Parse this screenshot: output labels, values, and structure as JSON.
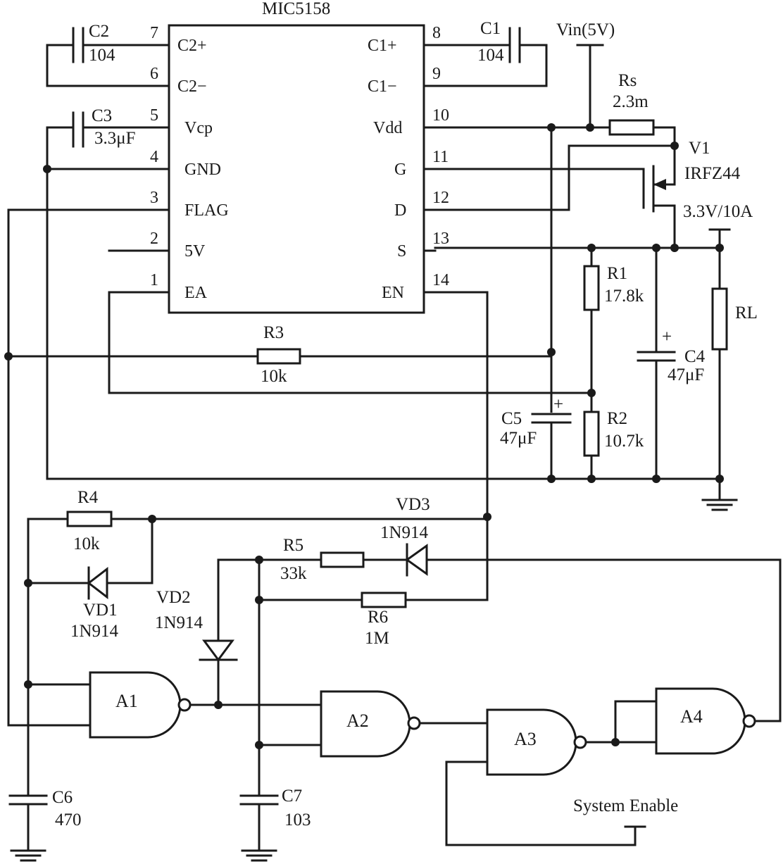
{
  "ic": {
    "name": "MIC5158",
    "left_pins": [
      {
        "num": "7",
        "label": "C2+"
      },
      {
        "num": "6",
        "label": "C2−"
      },
      {
        "num": "5",
        "label": "Vcp"
      },
      {
        "num": "4",
        "label": "GND"
      },
      {
        "num": "3",
        "label": "FLAG"
      },
      {
        "num": "2",
        "label": "5V"
      },
      {
        "num": "1",
        "label": "EA"
      }
    ],
    "right_pins": [
      {
        "num": "8",
        "label": "C1+"
      },
      {
        "num": "9",
        "label": "C1−"
      },
      {
        "num": "10",
        "label": "Vdd"
      },
      {
        "num": "11",
        "label": "G"
      },
      {
        "num": "12",
        "label": "D"
      },
      {
        "num": "13",
        "label": "S"
      },
      {
        "num": "14",
        "label": "EN"
      }
    ]
  },
  "components": {
    "c1": {
      "name": "C1",
      "value": "104"
    },
    "c2": {
      "name": "C2",
      "value": "104"
    },
    "c3": {
      "name": "C3",
      "value": "3.3μF"
    },
    "c4": {
      "name": "C4",
      "value": "47μF",
      "polarity": "+"
    },
    "c5": {
      "name": "C5",
      "value": "47μF",
      "polarity": "+"
    },
    "c6": {
      "name": "C6",
      "value": "470"
    },
    "c7": {
      "name": "C7",
      "value": "103"
    },
    "rs": {
      "name": "Rs",
      "value": "2.3m"
    },
    "r1": {
      "name": "R1",
      "value": "17.8k"
    },
    "r2": {
      "name": "R2",
      "value": "10.7k"
    },
    "r3": {
      "name": "R3",
      "value": "10k"
    },
    "r4": {
      "name": "R4",
      "value": "10k"
    },
    "r5": {
      "name": "R5",
      "value": "33k"
    },
    "r6": {
      "name": "R6",
      "value": "1M"
    },
    "rl": {
      "name": "RL"
    },
    "v1": {
      "name": "V1",
      "part": "IRFZ44"
    },
    "vd1": {
      "name": "VD1",
      "part": "1N914"
    },
    "vd2": {
      "name": "VD2",
      "part": "1N914"
    },
    "vd3": {
      "name": "VD3",
      "part": "1N914"
    }
  },
  "supply": {
    "vin": "Vin(5V)",
    "output": "3.3V/10A"
  },
  "gates": [
    "A1",
    "A2",
    "A3",
    "A4"
  ],
  "system_enable": "System Enable"
}
